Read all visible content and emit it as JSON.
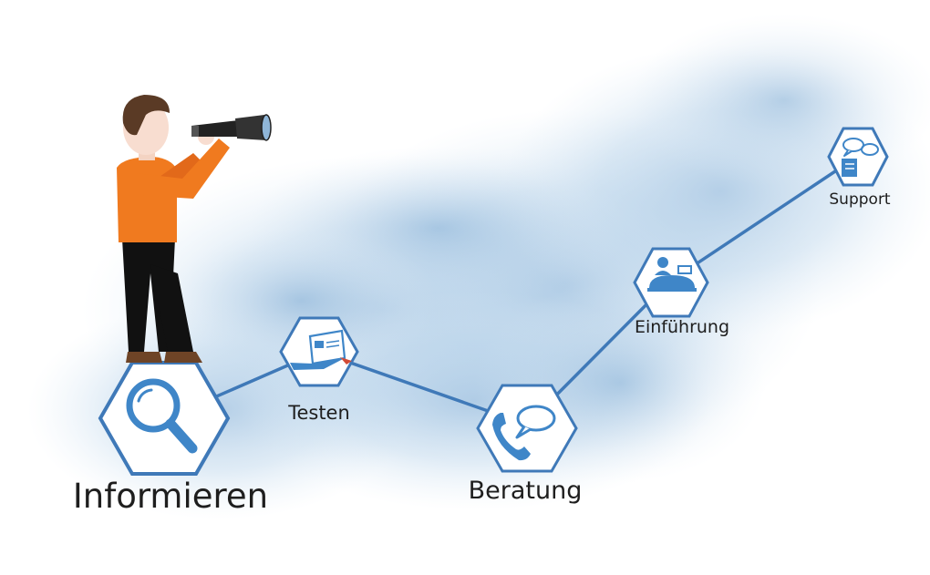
{
  "steps": [
    {
      "label": "Informieren",
      "icon": "magnifier-icon"
    },
    {
      "label": "Testen",
      "icon": "laptop-icon"
    },
    {
      "label": "Beratung",
      "icon": "phone-chat-icon"
    },
    {
      "label": "Einführung",
      "icon": "training-desk-icon"
    },
    {
      "label": "Support",
      "icon": "support-chat-icon"
    }
  ],
  "colors": {
    "line": "#3f79b8",
    "hex_border": "#3f79b8",
    "icon": "#3f86c8",
    "cloud": "#a9c8e4",
    "shirt": "#f07a1f",
    "trousers": "#111111"
  }
}
